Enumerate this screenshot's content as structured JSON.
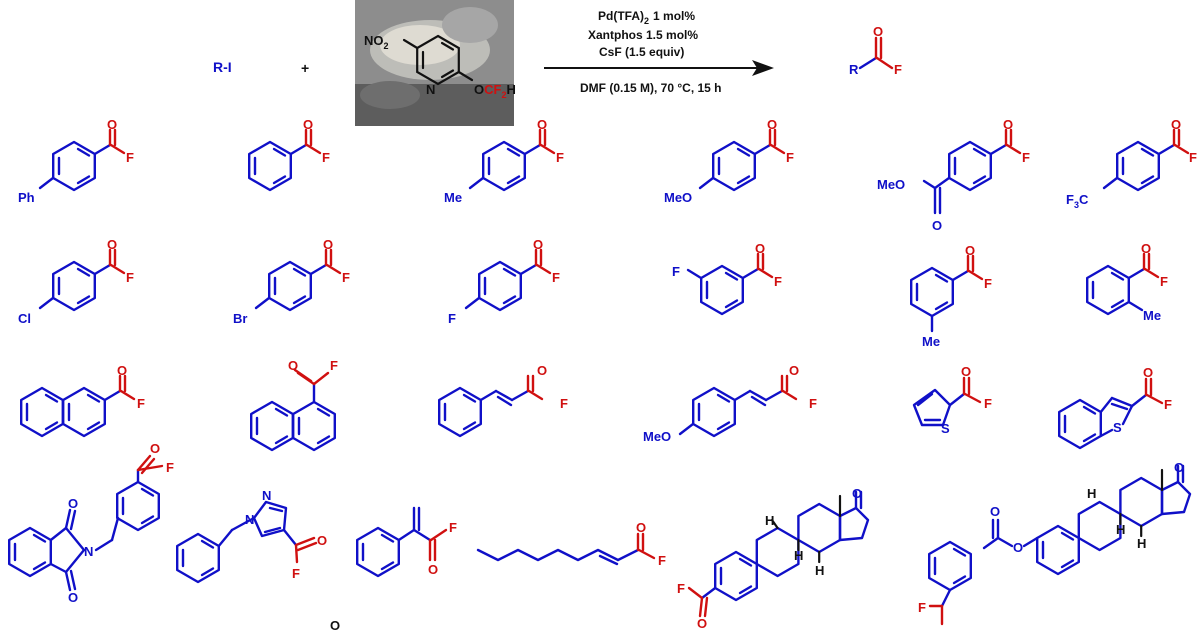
{
  "reaction": {
    "reactant1": "R-I",
    "plus": "+",
    "reagent_no2": "NO",
    "reagent_no2_sub": "2",
    "reagent_n": "N",
    "reagent_o": "O",
    "reagent_cf": "CF",
    "reagent_cf_sub": "2",
    "reagent_h": "H",
    "cond_catalyst": "Pd(TFA)",
    "cond_catalyst_sub": "2",
    "cond_catalyst_amt": "1 mol%",
    "cond_ligand": "Xantphos 1.5 mol%",
    "cond_base": "CsF (1.5 equiv)",
    "cond_solvent": "DMF (0.15 M), 70 °C, 15 h",
    "product_r": "R",
    "product_o": "O",
    "product_f": "F"
  },
  "labels": {
    "O": "O",
    "F": "F",
    "N": "N",
    "S": "S",
    "H": "H",
    "Ph": "Ph",
    "Me": "Me",
    "MeO": "MeO",
    "Cl": "Cl",
    "Br": "Br",
    "F3C_F": "F",
    "F3C_3": "3",
    "F3C_C": "C"
  },
  "colors": {
    "substrate": "#1010c8",
    "acyl_fluoride": "#d01010",
    "reagent_photo_bg": "#8a8a8a"
  }
}
